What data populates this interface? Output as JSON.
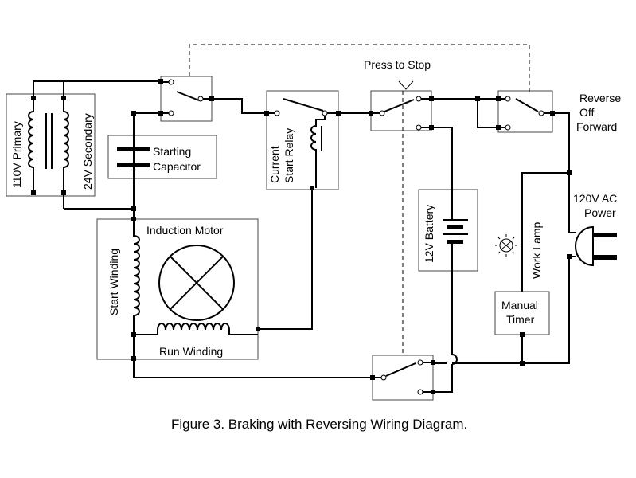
{
  "labels": {
    "transformer_primary": "110V  Primary",
    "transformer_secondary": "24V  Secondary",
    "starting_capacitor_line1": "Starting",
    "starting_capacitor_line2": "Capacitor",
    "relay_line1": "Current",
    "relay_line2": "Start Relay",
    "press_to_stop": "Press to Stop",
    "reverse": "Reverse",
    "off": "Off",
    "forward": "Forward",
    "power_line1": "120V AC",
    "power_line2": "Power",
    "battery": "12V Battery",
    "work_lamp": "Work Lamp",
    "timer_line1": "Manual",
    "timer_line2": "Timer",
    "motor_title": "Induction Motor",
    "start_winding": "Start Winding",
    "run_winding": "Run Winding"
  },
  "caption": "Figure 3. Braking with Reversing Wiring Diagram."
}
